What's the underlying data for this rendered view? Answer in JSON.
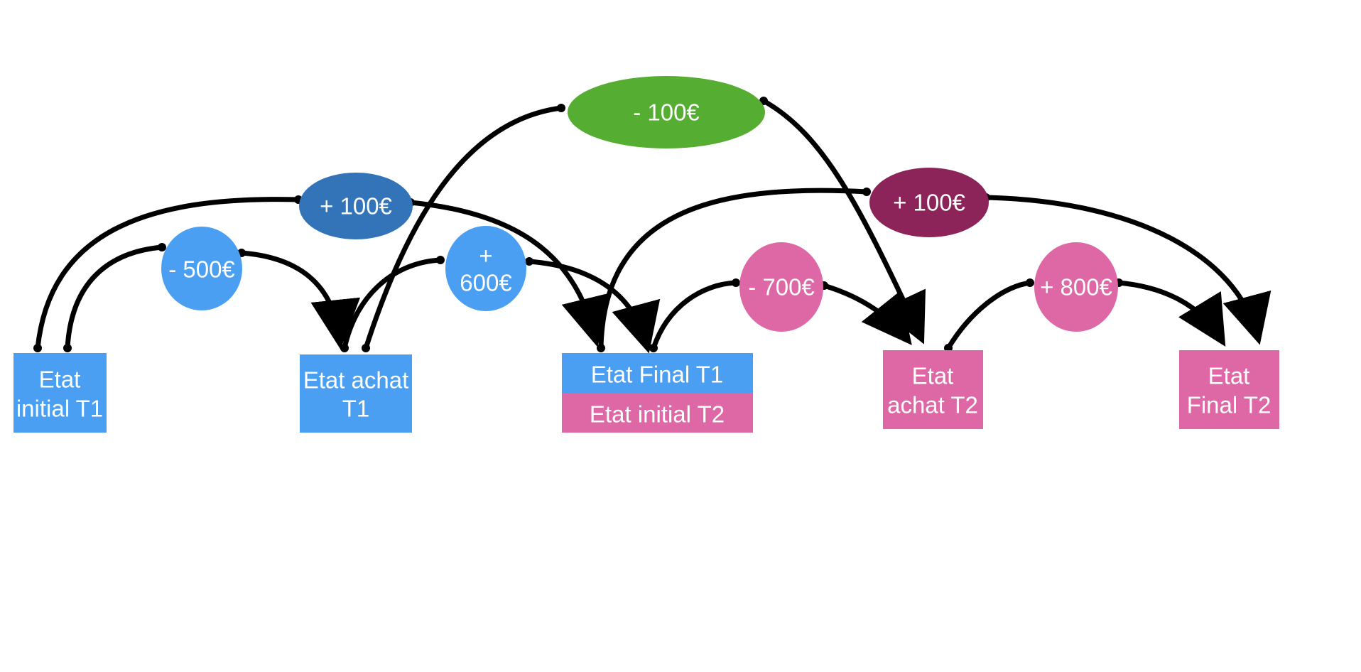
{
  "colors": {
    "blue": "#4a9ff2",
    "blue_dark": "#3374b8",
    "green": "#55ad32",
    "pink": "#dd68a5",
    "magenta": "#8c2459",
    "arrow": "#000000",
    "text": "#ffffff"
  },
  "nodes": {
    "etat_initial_t1": {
      "line1": "Etat",
      "line2": "initial T1"
    },
    "etat_achat_t1": {
      "line1": "Etat achat",
      "line2": "T1"
    },
    "etat_final_t1": {
      "label": "Etat Final T1"
    },
    "etat_initial_t2": {
      "label": "Etat initial T2"
    },
    "etat_achat_t2": {
      "line1": "Etat",
      "line2": "achat T2"
    },
    "etat_final_t2": {
      "line1": "Etat",
      "line2": "Final T2"
    }
  },
  "transactions": {
    "minus_500": {
      "label": "- 500€"
    },
    "plus_100_t1": {
      "label": "+ 100€"
    },
    "plus_600": {
      "line1": "+",
      "line2": "600€"
    },
    "minus_100": {
      "label": "- 100€"
    },
    "minus_700": {
      "label": "- 700€"
    },
    "plus_100_t2": {
      "label": "+ 100€"
    },
    "plus_800": {
      "label": "+ 800€"
    }
  }
}
